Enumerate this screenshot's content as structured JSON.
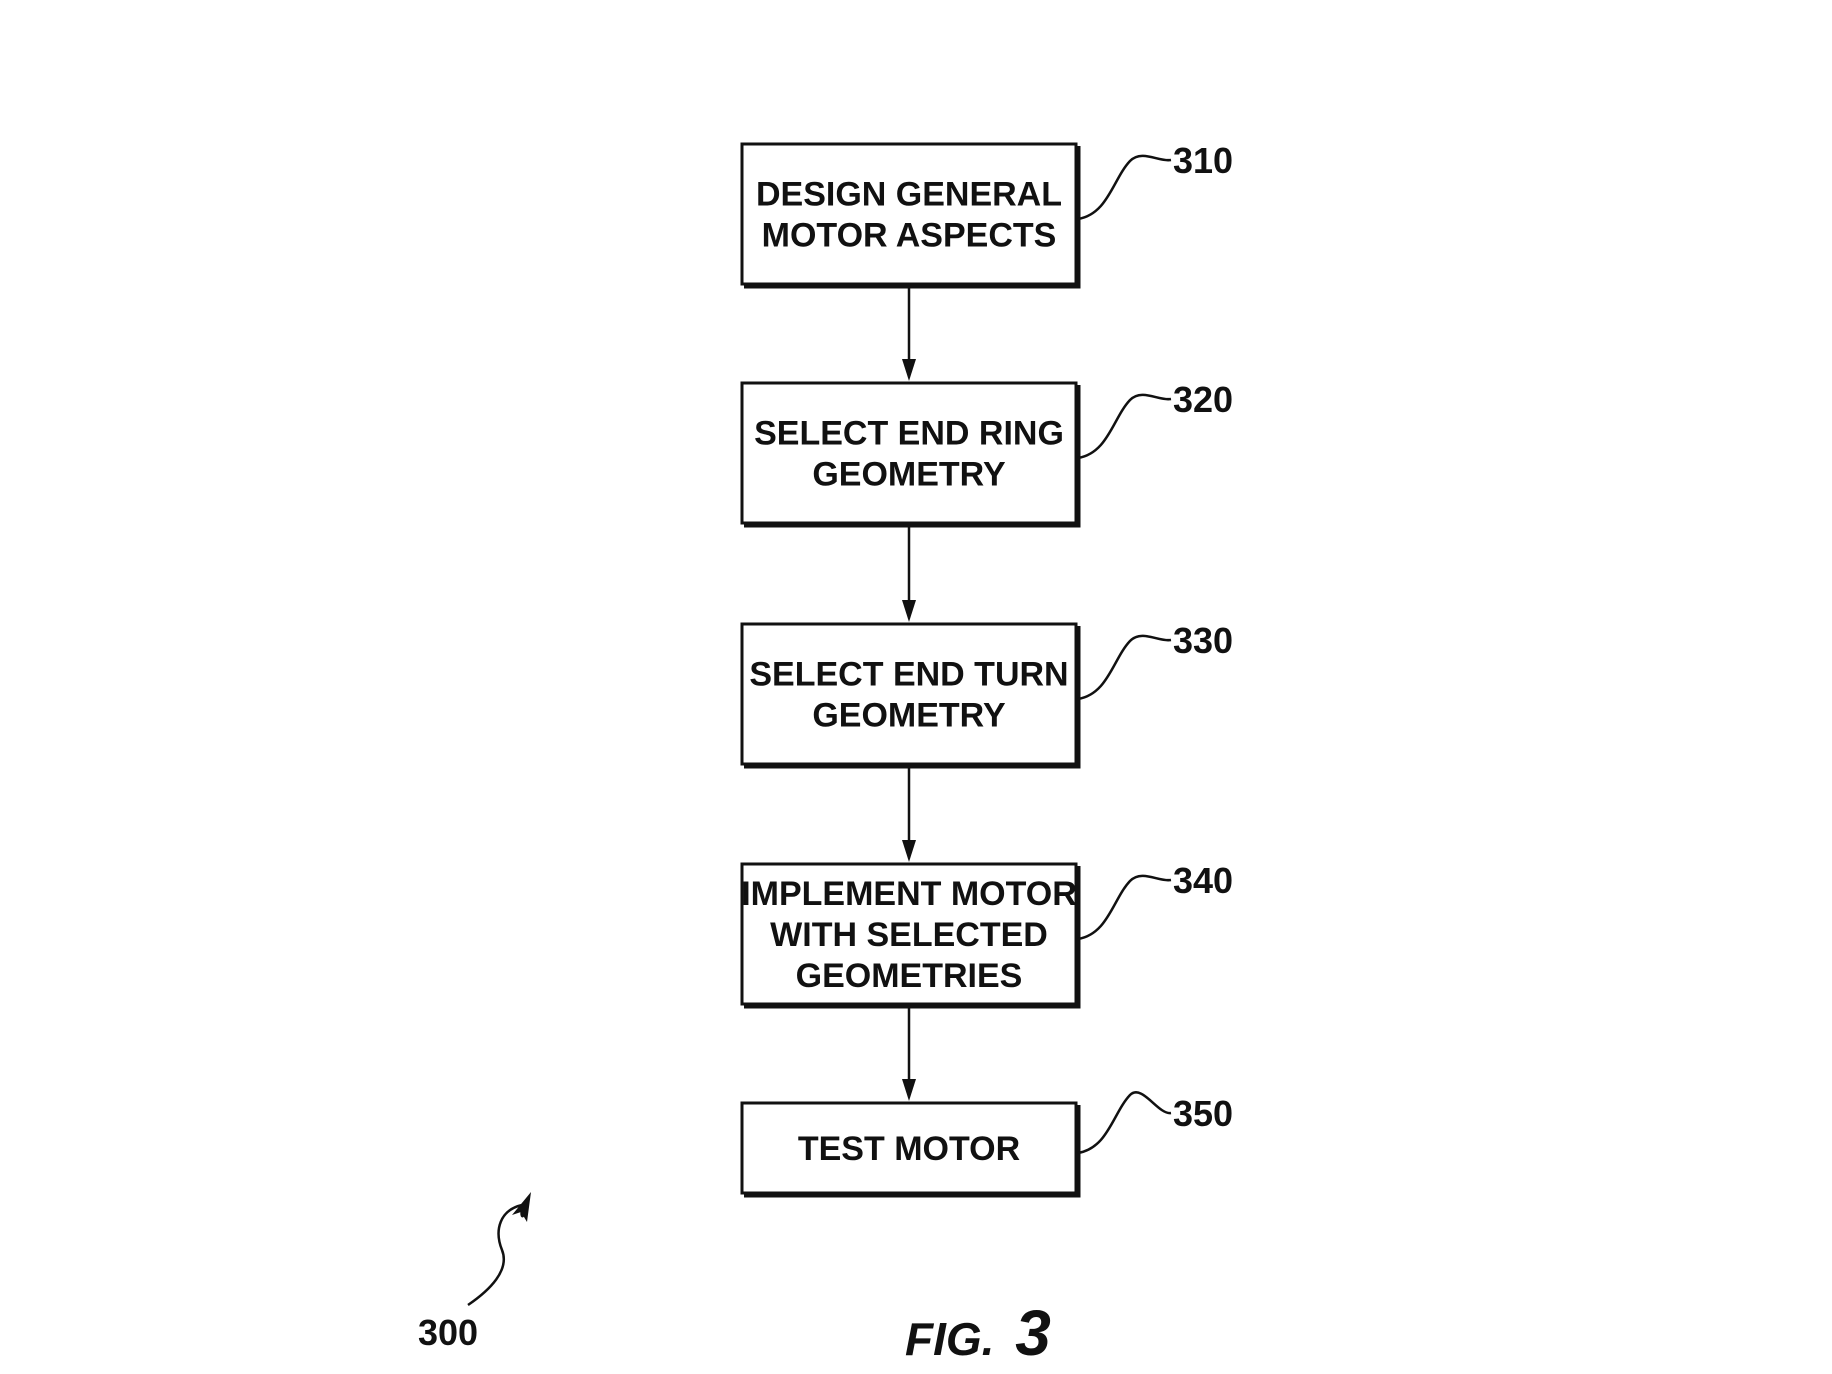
{
  "figure": {
    "reference_number": "300",
    "caption_prefix": "FIG.",
    "caption_number": "3"
  },
  "steps": [
    {
      "ref": "310",
      "lines": [
        "DESIGN GENERAL",
        "MOTOR ASPECTS"
      ]
    },
    {
      "ref": "320",
      "lines": [
        "SELECT END RING",
        "GEOMETRY"
      ]
    },
    {
      "ref": "330",
      "lines": [
        "SELECT END TURN",
        "GEOMETRY"
      ]
    },
    {
      "ref": "340",
      "lines": [
        "IMPLEMENT MOTOR",
        "WITH SELECTED",
        "GEOMETRIES"
      ]
    },
    {
      "ref": "350",
      "lines": [
        "TEST MOTOR"
      ]
    }
  ],
  "colors": {
    "ink": "#111111",
    "background": "#ffffff"
  }
}
